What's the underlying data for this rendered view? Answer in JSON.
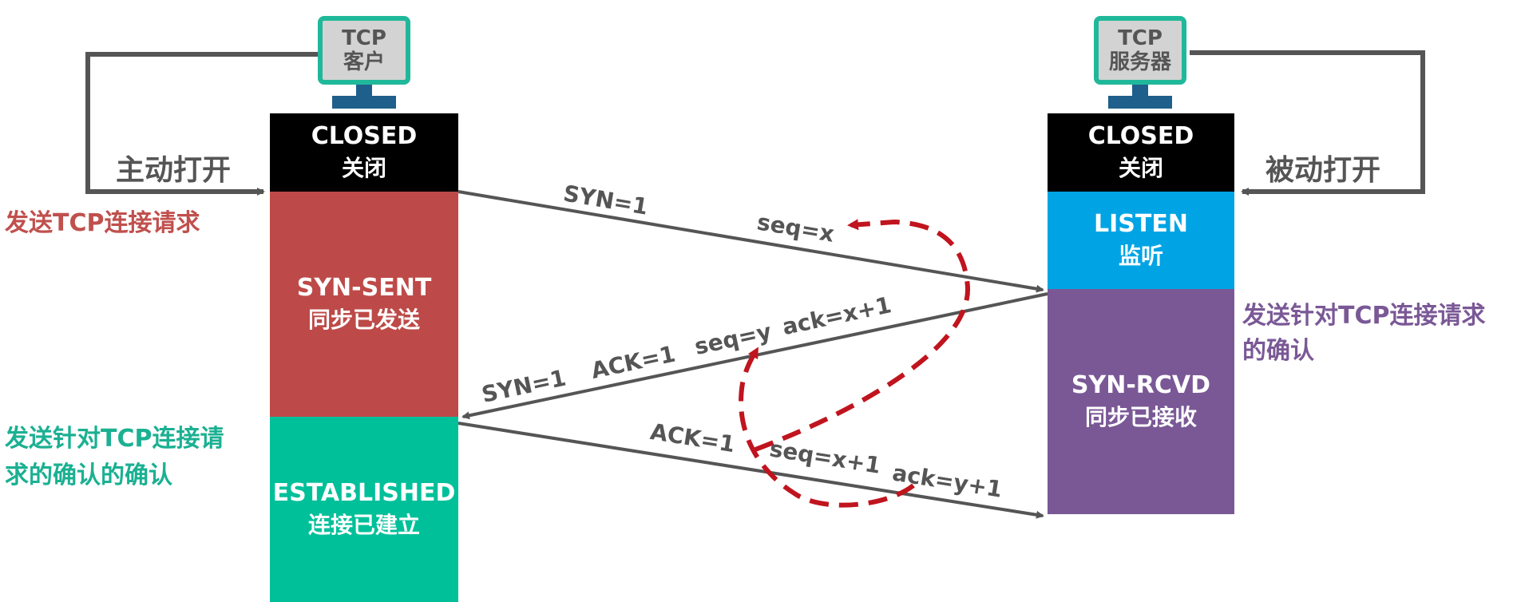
{
  "client": {
    "title_line1": "TCP",
    "title_line2": "客户",
    "open_label": "主动打开",
    "states": {
      "closed": {
        "en": "CLOSED",
        "cn": "关闭"
      },
      "syn_sent": {
        "en": "SYN-SENT",
        "cn": "同步已发送"
      },
      "established": {
        "en": "ESTABLISHED",
        "cn": "连接已建立"
      }
    },
    "annotations": {
      "send_request": "发送TCP连接请求",
      "send_ack_ack_line1": "发送针对TCP连接请",
      "send_ack_ack_line2": "求的确认的确认"
    }
  },
  "server": {
    "title_line1": "TCP",
    "title_line2": "服务器",
    "open_label": "被动打开",
    "states": {
      "closed": {
        "en": "CLOSED",
        "cn": "关闭"
      },
      "listen": {
        "en": "LISTEN",
        "cn": "监听"
      },
      "syn_rcvd": {
        "en": "SYN-RCVD",
        "cn": "同步已接收"
      }
    },
    "annotations": {
      "send_ack_line1": "发送针对TCP连接请求",
      "send_ack_line2": "的确认"
    }
  },
  "messages": {
    "m1": {
      "syn": "SYN=1",
      "seq": "seq=x"
    },
    "m2": {
      "syn": "SYN=1",
      "ack_flag": "ACK=1",
      "seq": "seq=y",
      "ack": "ack=x+1"
    },
    "m3": {
      "ack_flag": "ACK=1",
      "seq": "seq=x+1",
      "ack": "ack=y+1"
    }
  },
  "colors": {
    "closed": "#000000",
    "syn_sent": "#bd4a48",
    "established": "#00c09a",
    "listen": "#00a4e4",
    "syn_rcvd": "#7a5896",
    "arrow": "#555555",
    "cycle": "#c0141e",
    "annot_red": "#c0504d",
    "annot_teal": "#1bb092",
    "annot_purple": "#7a5896",
    "host_border": "#20b89a",
    "host_base": "#1f5f8b"
  }
}
